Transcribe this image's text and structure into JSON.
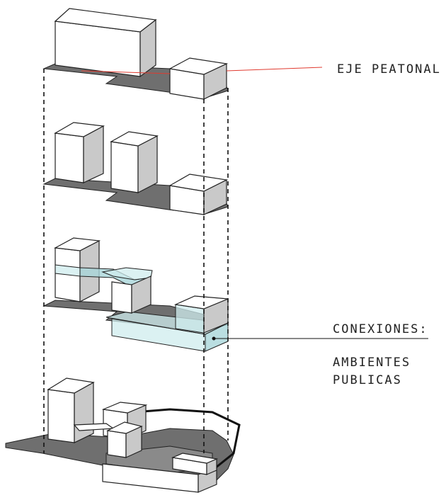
{
  "labels": {
    "pedestrian_axis": "EJE PEATONAL",
    "connections": "CONEXIONES:",
    "public_line1": "AMBIENTES",
    "public_line2": "PUBLICAS"
  },
  "colors": {
    "axis_line": "#e03a2f",
    "glass": "#cfecee",
    "slab": "#6f6f6f",
    "volume_side": "#c9c9c9"
  }
}
